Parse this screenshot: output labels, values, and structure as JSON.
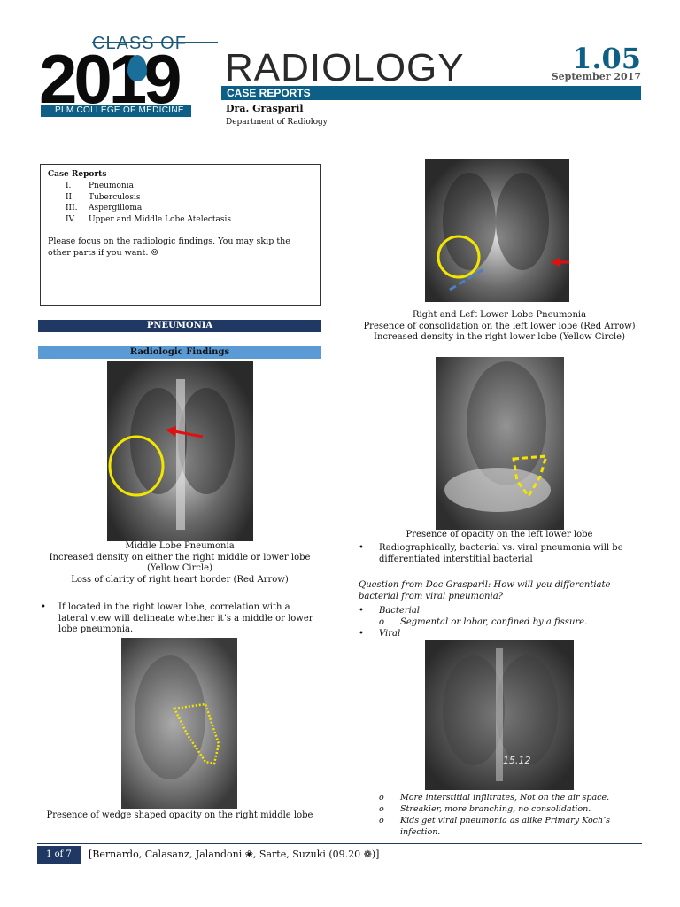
{
  "header": {
    "class_of": "CLASS OF",
    "year": "2019",
    "school": "PLM COLLEGE OF MEDICINE",
    "title": "RADIOLOGY",
    "section": "CASE REPORTS",
    "doctor": "Dra. Grasparil",
    "department": "Department of Radiology",
    "issue": "1.05",
    "date": "September 2017"
  },
  "toc": {
    "title": "Case Reports",
    "items": [
      {
        "num": "I.",
        "label": "Pneumonia"
      },
      {
        "num": "II.",
        "label": "Tuberculosis"
      },
      {
        "num": "III.",
        "label": "Aspergilloma"
      },
      {
        "num": "IV.",
        "label": "Upper and Middle Lobe Atelectasis"
      }
    ],
    "note": "Please focus on the radiologic findings. You may skip the other parts if you want. ☺"
  },
  "sections": {
    "pneumonia": "PNEUMONIA",
    "radiologic_findings": "Radiologic Findings"
  },
  "left": {
    "caption1": [
      "Middle Lobe Pneumonia",
      "Increased density on either the right middle or lower lobe",
      "(Yellow Circle)",
      "Loss of clarity of right heart border (Red Arrow)"
    ],
    "bullet1": "If located in the right lower lobe, correlation with a lateral view will delineate whether it’s a middle or lower lobe pneumonia.",
    "caption2": "Presence of wedge shaped opacity on the right middle lobe"
  },
  "right": {
    "caption3": [
      "Right and Left Lower Lobe Pneumonia",
      "Presence of consolidation on the left lower lobe (Red Arrow)",
      "Increased density in the right lower lobe (Yellow Circle)"
    ],
    "caption4": "Presence of opacity on the left lower lobe",
    "bullet2": "Radiographically, bacterial vs. viral pneumonia will be differentiated interstitial bacterial",
    "question": "Question from Doc Grasparil: How will you differentiate bacterial from viral pneumonia?",
    "bacterial": "Bacterial",
    "bacterial_sub": "Segmental or lobar, confined by a fissure.",
    "viral": "Viral",
    "viral_subs": [
      "More interstitial infiltrates, Not on the air space.",
      "Streakier, more branching, no consolidation.",
      "Kids get viral pneumonia as alike Primary Koch’s infection."
    ],
    "xray_mark": "15.12"
  },
  "footer": {
    "page": "1 of 7",
    "authors": "[Bernardo, Calasanz, Jalandoni ❀, Sarte, Suzuki (09.20 ❁)]"
  },
  "symbols": {
    "bullet": "•",
    "sub_bullet": "o"
  },
  "colors": {
    "brand_blue": "#0d5f86",
    "navy": "#1f3864",
    "light_blue": "#5b9bd5",
    "marker_yellow": "#f2e600",
    "marker_red": "#e01010"
  }
}
